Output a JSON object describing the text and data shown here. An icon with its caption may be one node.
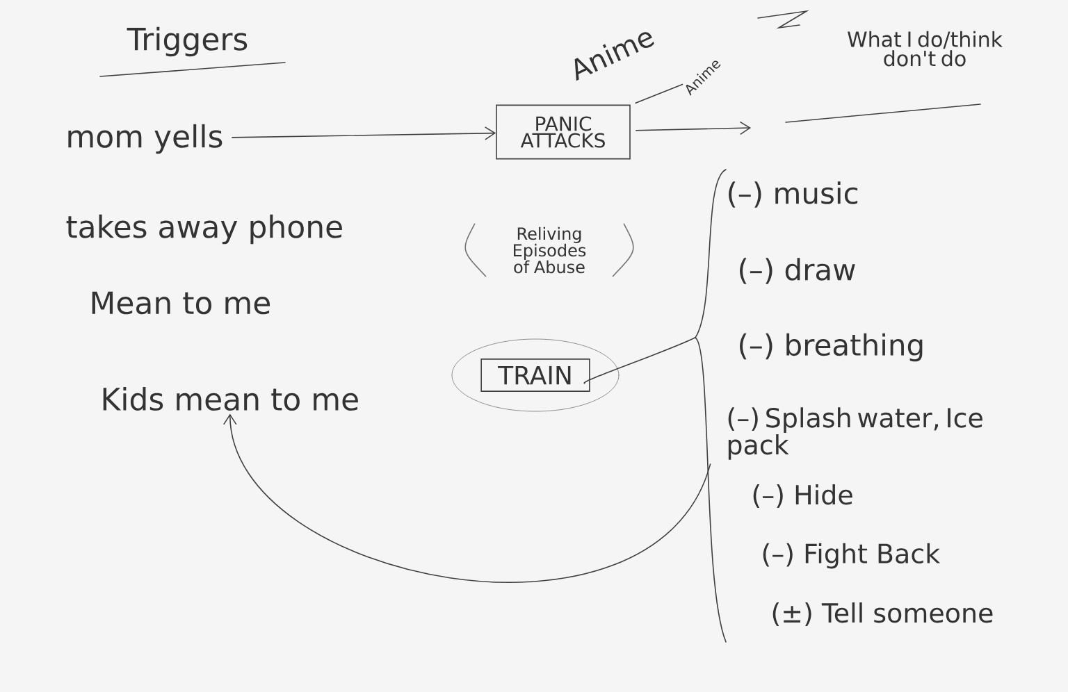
{
  "diagram": {
    "nodes": [
      {
        "text": [
          "mom yells"
        ]
      },
      {
        "text": [
          "takes away phone"
        ]
      },
      {
        "text": [
          "Mean to me"
        ]
      },
      {
        "text": [
          "Kids mean to me"
        ]
      },
      {
        "text": [
          "PANIC ATTACKS"
        ]
      },
      {
        "text": [
          "Reliving Episodes of Abuse"
        ]
      },
      {
        "text": [
          "TRAIN"
        ]
      },
      {
        "text": [
          "Anime"
        ]
      },
      {
        "text": [
          "(–) music"
        ]
      },
      {
        "text": [
          "(–) draw"
        ]
      },
      {
        "text": [
          "(–) breathing"
        ]
      },
      {
        "text": [
          "(–) Splash water, Ice pack"
        ]
      },
      {
        "text": [
          "(–) Hide"
        ]
      },
      {
        "text": [
          "(–) Fight Back"
        ]
      },
      {
        "text": [
          "(±) Tell someone"
        ]
      },
      {
        "text": [],
        "shape": "bracket"
      }
    ],
    "edges": [
      {
        "from": 0,
        "to": 4,
        "arrow": "to"
      },
      {
        "from": 4,
        "to": null,
        "arrow": "to"
      },
      {
        "from": 4,
        "to": 7,
        "arrow": "none"
      },
      {
        "from": 6,
        "to": 15,
        "arrow": "none"
      },
      {
        "from": 15,
        "to": 3,
        "arrow": "to"
      }
    ],
    "labels": [
      "Triggers",
      "Anime",
      "What I do/think don't do"
    ]
  }
}
